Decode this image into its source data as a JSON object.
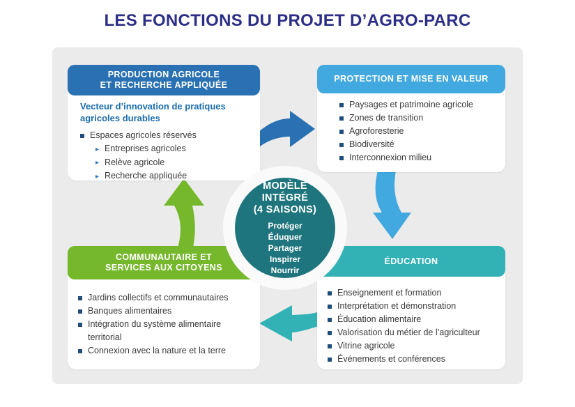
{
  "title": "LES FONCTIONS DU PROJET D’AGRO-PARC",
  "colors": {
    "title": "#2c2e87",
    "panel_bg": "#ebebeb",
    "production_accent": "#2971b2",
    "protection_accent": "#41a9e0",
    "education_accent": "#33b2b6",
    "community_accent": "#76b82c",
    "center_circle": "#1f757d",
    "subtitle_text": "#1a6dae",
    "bullet_square": "#1f4e7c",
    "sub_bullet_arrow": "#2e75b6",
    "body_text": "#3a3a3a"
  },
  "center": {
    "title_lines": [
      "MODÈLE",
      "INTÉGRÉ",
      "(4 SAISONS)"
    ],
    "values": [
      "Protéger",
      "Éduquer",
      "Partager",
      "Inspirer",
      "Nourrir"
    ]
  },
  "quadrants": {
    "production": {
      "header": "PRODUCTION AGRICOLE\nET RECHERCHE APPLIQUÉE",
      "subtitle": "Vecteur d’innovation de pratiques\nagricoles durables",
      "bullets": [
        "Espaces agricoles réservés"
      ],
      "sub_bullets": [
        "Entreprises agricoles",
        "Relève agricole",
        "Recherche appliquée"
      ]
    },
    "protection": {
      "header": "PROTECTION ET MISE EN VALEUR",
      "bullets": [
        "Paysages et patrimoine agricole",
        "Zones de transition",
        "Agroforesterie",
        "Biodiversité",
        "Interconnexion milieu"
      ]
    },
    "education": {
      "header": "ÉDUCATION",
      "bullets": [
        "Enseignement et formation",
        "Interprétation et démonstration",
        "Éducation alimentaire",
        "Valorisation du métier de l’agriculteur",
        "Vitrine agricole",
        "Événements et conférences"
      ]
    },
    "community": {
      "header": "COMMUNAUTAIRE ET\nSERVICES AUX CITOYENS",
      "bullets": [
        "Jardins collectifs et communautaires",
        "Banques alimentaires",
        "Intégration du système alimentaire territorial",
        "Connexion avec la nature et la terre"
      ]
    }
  }
}
